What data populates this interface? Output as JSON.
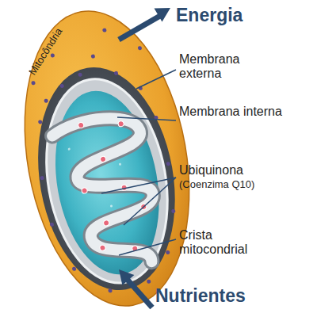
{
  "diagram": {
    "labels": [
      "Mitocôndria",
      "Energia",
      "Membrana externa",
      "Membrana interna",
      "Ubiquinona",
      "(Coenzima Q10)",
      "Crista mitocondrial",
      "Nutrientes"
    ]
  }
}
